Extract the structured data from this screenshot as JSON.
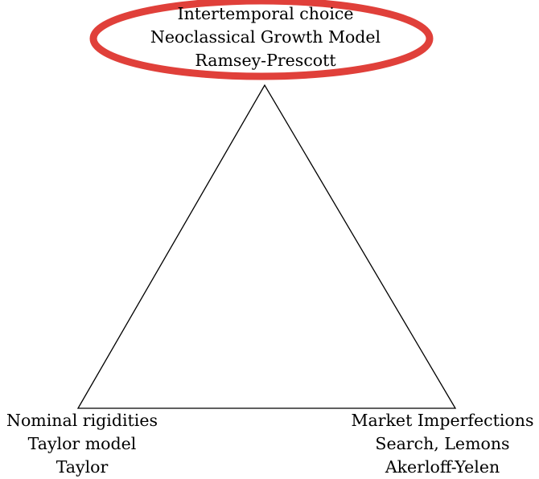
{
  "top_vertex": {
    "lines": [
      "Intertemporal choice",
      "Neoclassical Growth Model",
      "Ramsey-Prescott"
    ],
    "highlighted": true,
    "highlight_color": "#e0403a"
  },
  "left_vertex": {
    "lines": [
      "Nominal rigidities",
      "Taylor model",
      "Taylor"
    ]
  },
  "right_vertex": {
    "lines": [
      "Market Imperfections",
      "Search, Lemons",
      "Akerloff-Yelen"
    ]
  },
  "line_color": "#000000"
}
